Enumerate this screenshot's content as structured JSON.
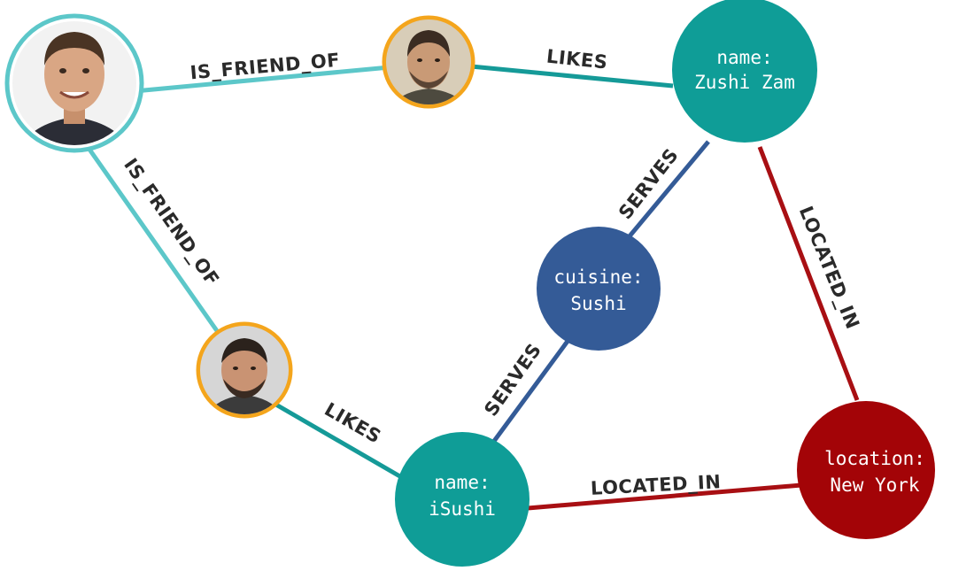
{
  "colors": {
    "friend_edge": "#5cc7c9",
    "likes_edge": "#159a98",
    "serves_edge": "#345b97",
    "located_edge": "#a80f13",
    "restaurant_node": "#0f9d97",
    "cuisine_node": "#345b97",
    "location_node": "#a30407",
    "person_ring_main": "#5cc7c9",
    "person_ring_friend": "#f4a51c"
  },
  "people": [
    {
      "id": "person-main",
      "icon": "person-avatar-icon"
    },
    {
      "id": "person-friend-top",
      "icon": "person-avatar-icon"
    },
    {
      "id": "person-friend-bottom",
      "icon": "person-avatar-icon"
    }
  ],
  "nodes": {
    "zushi_zam": {
      "line1": "name:",
      "line2": "Zushi Zam"
    },
    "cuisine": {
      "line1": "cuisine:",
      "line2": "Sushi"
    },
    "isushi": {
      "line1": "name:",
      "line2": "iSushi"
    },
    "new_york": {
      "line1": "location:",
      "line2": "New York"
    }
  },
  "edges": {
    "friend_top": "IS_FRIEND_OF",
    "friend_left": "IS_FRIEND_OF",
    "likes_top": "LIKES",
    "likes_bottom": "LIKES",
    "serves_top": "SERVES",
    "serves_bottom": "SERVES",
    "located_right": "LOCATED_IN",
    "located_bottom": "LOCATED_IN"
  }
}
